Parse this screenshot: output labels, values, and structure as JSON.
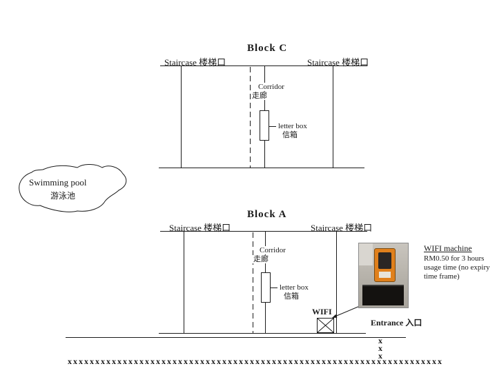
{
  "block_c": {
    "title": "Block C",
    "staircase_left": "Staircase 楼梯口",
    "staircase_right": "Staircase 楼梯口",
    "corridor_en": "Corridor",
    "corridor_cn": "走廊",
    "letterbox_en": "letter box",
    "letterbox_cn": "信箱"
  },
  "block_a": {
    "title": "Block A",
    "staircase_left": "Staircase 楼梯口",
    "staircase_right": "Staircase 楼梯口",
    "corridor_en": "Corridor",
    "corridor_cn": "走廊",
    "letterbox_en": "letter box",
    "letterbox_cn": "信箱",
    "wifi_label": "WIFI"
  },
  "swimming_pool": {
    "name_en": "Swimming pool",
    "name_cn": "游泳池"
  },
  "wifi_note": {
    "title": "WIFI machine",
    "line1": "RM0.50 for 3 hours",
    "line2": "usage time (no expiry",
    "line3": "time frame)"
  },
  "entrance_label": "Entrance 入口",
  "ground": {
    "x_column": [
      "x",
      "x",
      "x"
    ],
    "x_row": "xxxxxxxxxxxxxxxxxxxxxxxxxxxxxxxxxxxxxxxxxxxxxxxxxxxxxxxxxxxxxxxxxxxx"
  },
  "colors": {
    "line": "#1a1a1a",
    "device_orange": "#e0801c"
  }
}
